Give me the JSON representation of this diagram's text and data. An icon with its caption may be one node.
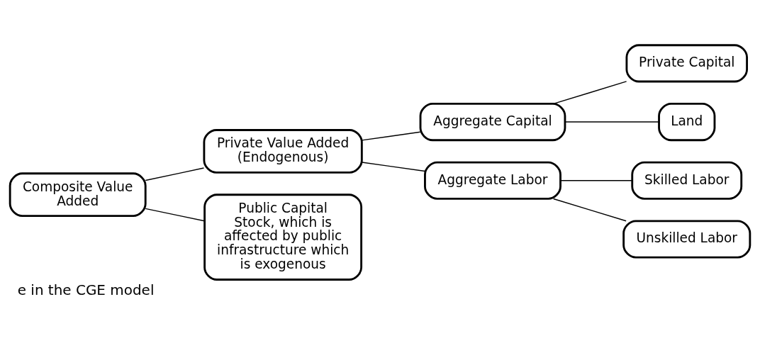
{
  "diagram": {
    "caption": "e in the CGE model",
    "nodes": [
      {
        "text": [
          "Composite Value Added"
        ]
      },
      {
        "text": [
          "Private Value Added",
          "(Endogenous)"
        ]
      },
      {
        "text": [
          "Public Capital Stock, which is affected by public infrastructure which is exogenous"
        ]
      },
      {
        "text": [
          "Aggregate Capital"
        ]
      },
      {
        "text": [
          "Aggregate Labor"
        ]
      },
      {
        "text": [
          "Private Capital"
        ]
      },
      {
        "text": [
          "Land"
        ]
      },
      {
        "text": [
          "Skilled Labor"
        ]
      },
      {
        "text": [
          "Unskilled Labor"
        ]
      }
    ],
    "edges": [
      {
        "from": 0,
        "to": 1,
        "arrow": "none"
      },
      {
        "from": 0,
        "to": 2,
        "arrow": "none"
      },
      {
        "from": 1,
        "to": 3,
        "arrow": "none"
      },
      {
        "from": 1,
        "to": 4,
        "arrow": "none"
      },
      {
        "from": 3,
        "to": 5,
        "arrow": "none"
      },
      {
        "from": 3,
        "to": 6,
        "arrow": "none"
      },
      {
        "from": 4,
        "to": 7,
        "arrow": "none"
      },
      {
        "from": 4,
        "to": 8,
        "arrow": "none"
      }
    ]
  }
}
